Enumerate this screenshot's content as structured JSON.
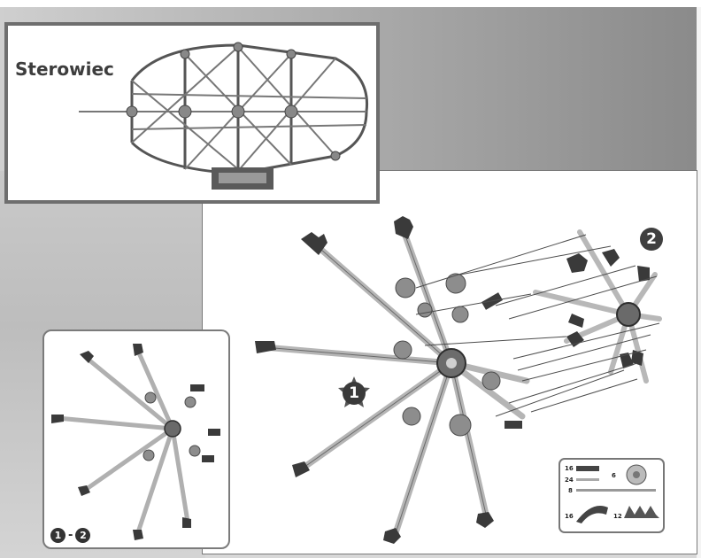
{
  "title": "Sterowiec",
  "steps": {
    "step1": "1",
    "step2": "2",
    "range_from": "1",
    "range_sep": "-",
    "range_to": "2"
  },
  "parts": [
    {
      "qty": "16",
      "icon": "connector-piece-icon"
    },
    {
      "qty": "6",
      "icon": "gear-connector-icon"
    },
    {
      "qty": "24",
      "icon": "short-rod-icon"
    },
    {
      "qty": "8",
      "icon": "long-rod-icon"
    },
    {
      "qty": "16",
      "icon": "curved-connector-icon"
    },
    {
      "qty": "12",
      "icon": "flat-connector-icon"
    }
  ]
}
